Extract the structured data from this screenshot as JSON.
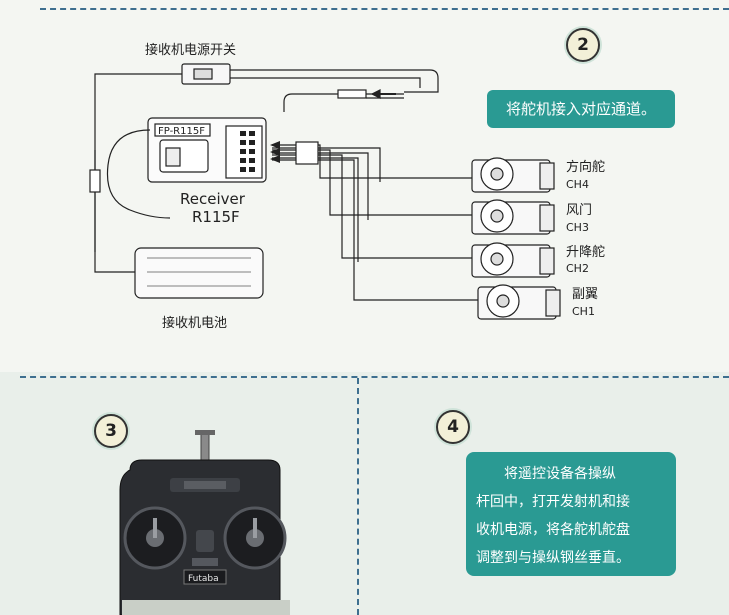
{
  "step2": {
    "number": "2",
    "instruction": "将舵机接入对应通道。",
    "power_switch_label": "接收机电源开关",
    "battery_label": "接收机电池",
    "receiver": {
      "model_tag": "FP-R115F",
      "title": "Receiver",
      "model": "R115F"
    },
    "servos": [
      {
        "name": "方向舵",
        "channel": "CH4"
      },
      {
        "name": "风门",
        "channel": "CH3"
      },
      {
        "name": "升降舵",
        "channel": "CH2"
      },
      {
        "name": "副翼",
        "channel": "CH1"
      }
    ]
  },
  "step3": {
    "number": "3",
    "brand": "Futaba"
  },
  "step4": {
    "number": "4",
    "instruction_lines": [
      "将遥控设备各操纵",
      "杆回中，打开发射机和接",
      "收机电源，将各舵机舵盘",
      "调整到与操纵钢丝垂直。"
    ]
  },
  "colors": {
    "teal": "#2a9a93",
    "dash": "#3e6f8f",
    "line": "#222222"
  }
}
